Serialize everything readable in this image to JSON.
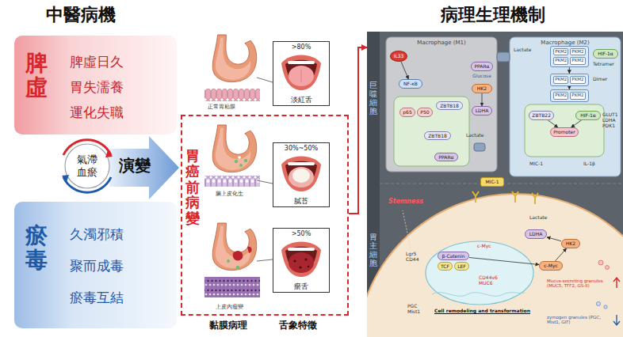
{
  "diagram": {
    "nodes": [
      {
        "text": [
          "脾虛",
          "脾虛日久",
          "胃失濡養",
          "運化失職"
        ]
      },
      {
        "text": [
          "氣滯 血瘀"
        ]
      },
      {
        "text": [
          "瘀毒",
          "久濁邪積",
          "聚而成毒",
          "瘀毒互結"
        ]
      },
      {
        "text": [
          ">80%",
          "淡紅舌"
        ]
      },
      {
        "text": [
          "胃癌前病變"
        ]
      },
      {
        "text": [
          "30%~50%",
          "膩苔"
        ],
        "in": 4
      },
      {
        "text": [
          ">50%",
          "瘀舌"
        ],
        "in": 4
      },
      {
        "text": [
          "巨噬細胞"
        ]
      },
      {
        "text": [
          "Macrophage (M1)"
        ],
        "in": 7
      },
      {
        "text": [
          "Macrophage (M2)"
        ],
        "in": 7
      },
      {
        "text": [
          "IL33"
        ],
        "in": 8
      },
      {
        "text": [
          "NF-κB"
        ],
        "in": 8
      },
      {
        "text": [
          "p65"
        ],
        "in": 8
      },
      {
        "text": [
          "P50"
        ],
        "in": 8
      },
      {
        "text": [
          "ZBTB18"
        ],
        "in": 8
      },
      {
        "text": [
          "ZBTB18"
        ],
        "in": 8
      },
      {
        "text": [
          "PPARα"
        ],
        "in": 8
      },
      {
        "text": [
          "PPARα"
        ],
        "in": 8
      },
      {
        "text": [
          "HK2"
        ],
        "in": 8
      },
      {
        "text": [
          "LDHA"
        ],
        "in": 8
      },
      {
        "text": [
          "PKM2",
          "PKM2",
          "PKM2",
          "PKM2"
        ],
        "in": 9
      },
      {
        "text": [
          "HIF-1α"
        ],
        "in": 9
      },
      {
        "text": [
          "PKM2",
          "PKM2"
        ],
        "in": 9
      },
      {
        "text": [
          "PKM2",
          "PKM2"
        ],
        "in": 9
      },
      {
        "text": [
          "ZBTB22"
        ],
        "in": 9
      },
      {
        "text": [
          "HIF-1α"
        ],
        "in": 9
      },
      {
        "text": [
          "Promoter"
        ],
        "in": 9
      },
      {
        "text": [
          "MIC-1"
        ],
        "in": 7
      },
      {
        "text": [
          "胃主細胞"
        ],
        "in": 7
      },
      {
        "text": [
          "LDHA"
        ],
        "in": 28
      },
      {
        "text": [
          "HK2"
        ],
        "in": 28
      },
      {
        "text": [
          "c-Myc"
        ],
        "in": 28
      },
      {
        "text": [
          "β-Catenin"
        ],
        "in": 28
      },
      {
        "text": [
          "TCF"
        ],
        "in": 28
      },
      {
        "text": [
          "LEF"
        ],
        "in": 28
      }
    ],
    "edges": [
      {
        "from": 4,
        "to": 7,
        "arrow": "to"
      },
      {
        "from": 10,
        "to": 11,
        "arrow": "to"
      },
      {
        "from": 18,
        "to": 19,
        "arrow": "to"
      },
      {
        "from": 20,
        "to": 22,
        "arrow": "to"
      },
      {
        "from": 22,
        "to": 23,
        "arrow": "to"
      },
      {
        "from": 24,
        "to": 26,
        "arrow": "to"
      },
      {
        "from": 25,
        "to": 26,
        "arrow": "to"
      },
      {
        "from": 31,
        "to": 30,
        "arrow": "to"
      },
      {
        "from": 30,
        "to": 29,
        "arrow": "to"
      },
      {
        "from": 32,
        "to": 31,
        "arrow": "to"
      }
    ],
    "labels": [
      "中醫病機",
      "病理生理機制",
      "演變",
      "正常胃粘膜",
      "腸上皮化生",
      "上皮內瘤變",
      "黏膜病理",
      "舌象特徵",
      "Glucose",
      "Lactate",
      "Lactate",
      "Tetramer",
      "Dimer",
      "GLUT1 LDHA PDK1",
      "MIC-1",
      "IL-1β",
      "Stemness",
      "Lactate",
      "Lgr5 CD44",
      "c-Myc",
      "CD44v6 MUC6",
      "PGC Mist1",
      "Mucus-secreting granules (MUC5, TFF2, GS-II)",
      "Cell remodeling and transformation",
      "zymogen granules (PGC, Mist1, GIF)"
    ]
  }
}
